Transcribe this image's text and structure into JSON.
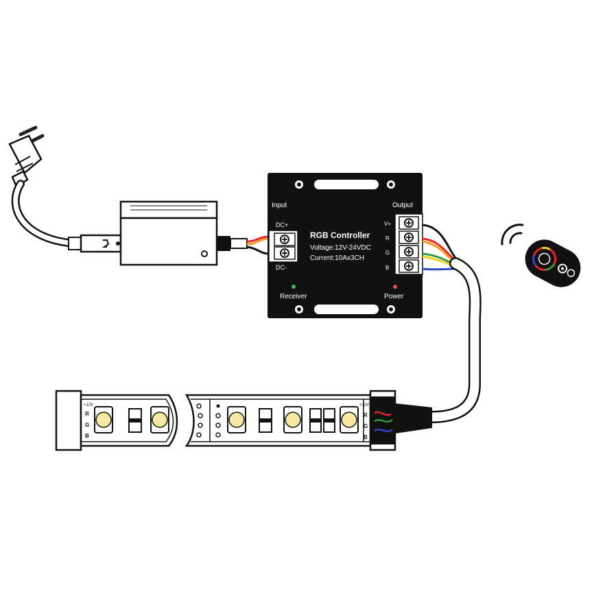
{
  "controller": {
    "title": "RGB Controller",
    "voltage": "Voltage:12V-24VDC",
    "current": "Current:10Ax3CH",
    "input_label": "Input",
    "output_label": "Output",
    "dc_plus": "DC+",
    "dc_minus": "DC-",
    "out_v": "V+",
    "out_r": "R",
    "out_g": "G",
    "out_b": "B",
    "receiver_label": "Receiver",
    "power_label": "Power"
  },
  "strip": {
    "left_12v": "+12V",
    "left_r": "R",
    "left_g": "G",
    "left_b": "B",
    "right_12v": "+12V",
    "right_r": "R",
    "right_g": "G",
    "right_b": "B"
  },
  "colors": {
    "controller_body": "#111111",
    "wire_red": "#e8262a",
    "wire_green": "#2c9b3a",
    "wire_blue": "#2b48c8",
    "wire_orange": "#f39a1e",
    "led_yellow": "#f7e9a0",
    "receiver_led": "#3fbf5a",
    "power_led": "#e64b5a"
  },
  "icons": [
    "plug-icon",
    "power-adapter-icon",
    "remote-control-icon",
    "signal-waves-icon",
    "terminal-screw-icon"
  ]
}
